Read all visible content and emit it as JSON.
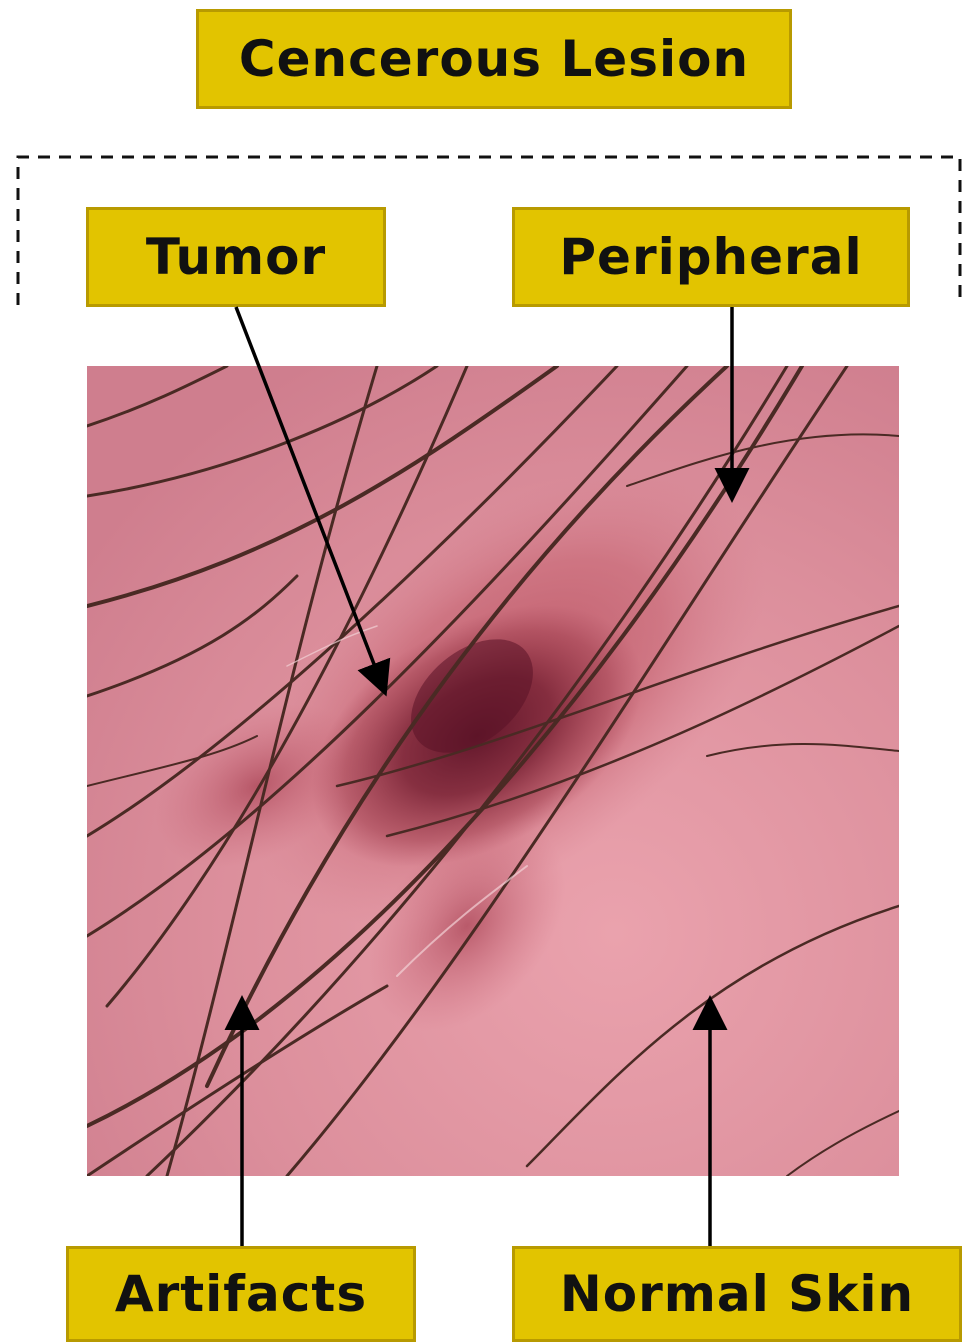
{
  "title": "Cencerous Lesion",
  "labels": {
    "tumor": "Tumor",
    "peripheral": "Peripheral",
    "artifacts": "Artifacts",
    "normal_skin": "Normal Skin"
  },
  "colors": {
    "label_fill": "#e2c400",
    "label_border": "#b89a00",
    "label_text": "#111111",
    "arrow": "#000000",
    "skin": "#dc8f9c",
    "lesion_core": "#5e1428",
    "hair": "#4a2a24"
  }
}
